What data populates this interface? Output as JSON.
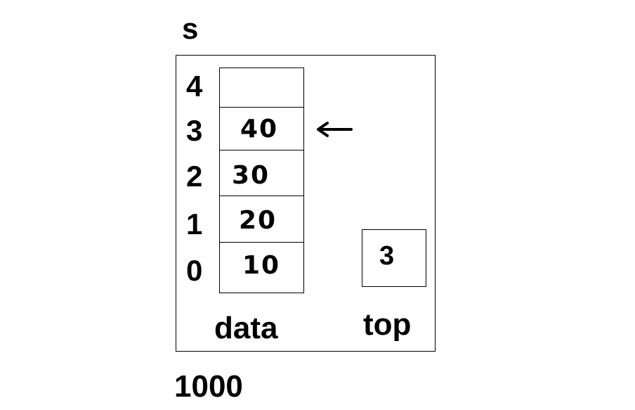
{
  "struct_name": "s",
  "data_label": "data",
  "top_label": "top",
  "top_value": "3",
  "address": "1000",
  "indices": [
    "4",
    "3",
    "2",
    "1",
    "0"
  ],
  "cells": [
    {
      "index": "4",
      "value": ""
    },
    {
      "index": "3",
      "value": "40"
    },
    {
      "index": "2",
      "value": "30"
    },
    {
      "index": "1",
      "value": "20"
    },
    {
      "index": "0",
      "value": "10"
    }
  ],
  "arrow_points_to_index": "3",
  "icons": {
    "pointer": "left-arrow-icon"
  }
}
